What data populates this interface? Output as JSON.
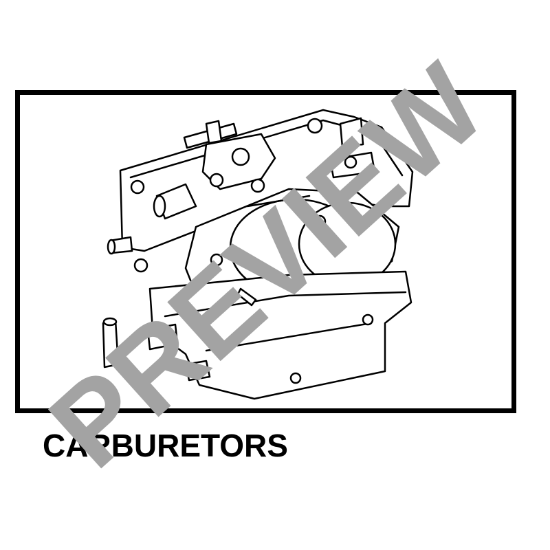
{
  "caption": "CARBURETORS",
  "watermark": "PREVIEW",
  "colors": {
    "ink": "#000000",
    "paper": "#ffffff",
    "watermark": "#a3a3a3"
  },
  "illustration": "carburetor line drawing"
}
